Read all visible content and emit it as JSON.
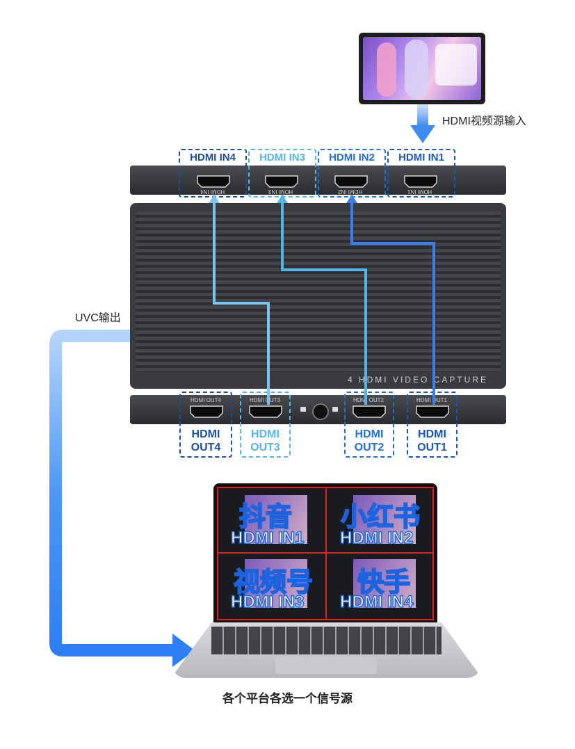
{
  "labels": {
    "source_input": "HDMI视频源输入",
    "uvc_output": "UVC输出",
    "bottom_caption": "各个平台各选一个信号源",
    "device_text": "4 HDMI VIDEO CAPTURE"
  },
  "inputs": [
    {
      "label": "HDMI IN4",
      "silk": "HDMI IN4",
      "color": "#1b4f9c"
    },
    {
      "label": "HDMI IN3",
      "silk": "HDMI IN3",
      "color": "#52b6ec"
    },
    {
      "label": "HDMI IN2",
      "silk": "HDMI IN2",
      "color": "#1f6fe0"
    },
    {
      "label": "HDMI IN1",
      "silk": "HDMI IN1",
      "color": "#1656c2"
    }
  ],
  "outputs": [
    {
      "line1": "HDMI",
      "line2": "OUT4",
      "silk": "HDMI OUT4",
      "color": "#1b4f9c"
    },
    {
      "line1": "HDMI",
      "line2": "OUT3",
      "silk": "HDMI OUT3",
      "color": "#52b6ec"
    },
    {
      "line1": "HDMI",
      "line2": "OUT2",
      "silk": "HDMI OUT2",
      "color": "#1f6fe0"
    },
    {
      "line1": "HDMI",
      "line2": "OUT1",
      "silk": "HDMI OUT1",
      "color": "#1656c2"
    }
  ],
  "screen_quads": [
    {
      "platform": "抖音",
      "source": "HDMI IN1"
    },
    {
      "platform": "小红书",
      "source": "HDMI IN2"
    },
    {
      "platform": "视频号",
      "source": "HDMI IN3"
    },
    {
      "platform": "快手",
      "source": "HDMI IN4"
    }
  ],
  "colors": {
    "uvc_arrow": "#2e86f5",
    "line_in3": "#52b6ec",
    "line_in2": "#1f6fe0",
    "line_in1": "#3b7df0",
    "line_in4": "#7bc4f2",
    "device_body": "#3a3b3e"
  }
}
